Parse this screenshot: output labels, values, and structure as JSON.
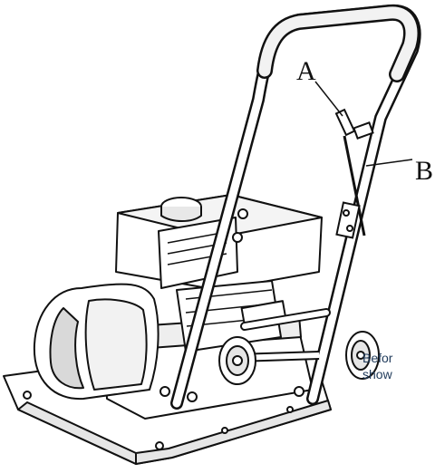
{
  "figure": {
    "callouts": {
      "a": "A",
      "b": "B"
    },
    "caption_lines": [
      "Befor",
      "show"
    ],
    "colors": {
      "line": "#111111",
      "fill": "#ffffff",
      "shade": "#d9d9d9",
      "caption": "#1f3a5a"
    }
  }
}
